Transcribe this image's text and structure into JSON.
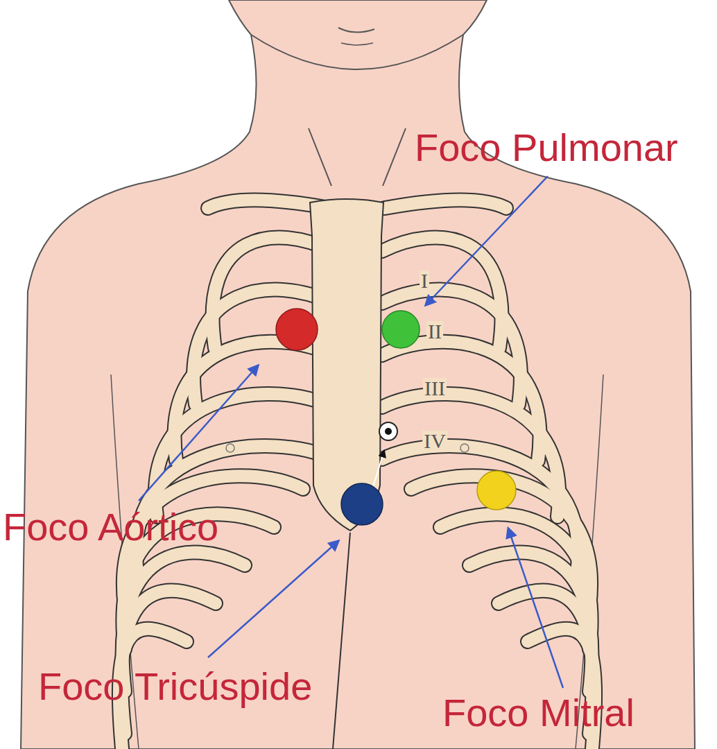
{
  "diagram": {
    "labels": [
      "Foco Pulmonar",
      "I",
      "II",
      "III",
      "IV",
      "Foco Aórtico",
      "Foco Tricúspide",
      "Foco Mitral"
    ]
  }
}
